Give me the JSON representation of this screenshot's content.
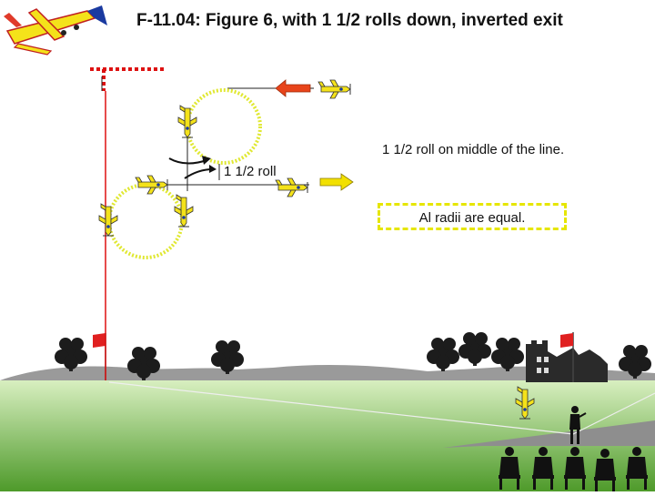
{
  "title": "F-11.04: Figure 6, with 1 1/2 rolls down, inverted exit",
  "labels": {
    "roll": "1 1/2  roll",
    "middle_note": "1 1/2 roll on middle of the line.",
    "radii_note": "Al radii are equal."
  },
  "colors": {
    "sky": "#ffffff",
    "grass_light": "#c9e8a8",
    "grass_dark": "#4e9a2a",
    "hills": "#9a9a9a",
    "loop_path": "#e0e832",
    "flight_line": "#222222",
    "boundary_red": "#dd1111",
    "entry_arrow": "#e8441a",
    "exit_arrow": "#f2e000",
    "aircraft": "#f4e21a",
    "runway": "#9a9a9a"
  },
  "icons": {
    "title_plane": "aerobatic-plane-icon",
    "roll_arrow": "curved-roll-arrow-icon",
    "tree": "tree-icon",
    "flag": "flag-icon",
    "castle": "castle-ruin-icon",
    "judge": "judge-silhouette-icon",
    "pilot": "pilot-silhouette-icon"
  }
}
